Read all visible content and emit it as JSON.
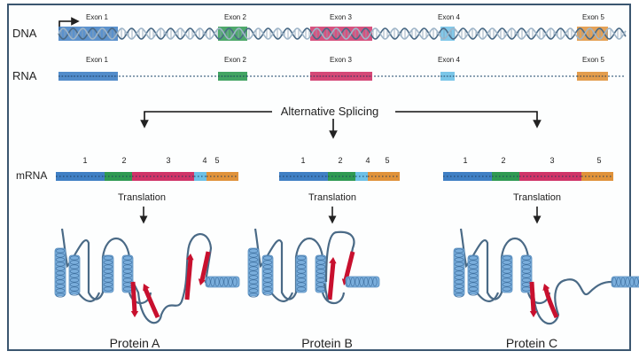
{
  "diagram": {
    "rows": {
      "dna_label": "DNA",
      "rna_label": "RNA",
      "mrna_label": "mRNA"
    },
    "exons": [
      {
        "label": "Exon 1",
        "num": "1",
        "color": "#3f7fc4"
      },
      {
        "label": "Exon 2",
        "num": "2",
        "color": "#2f9a52"
      },
      {
        "label": "Exon 3",
        "num": "3",
        "color": "#d03468"
      },
      {
        "label": "Exon 4",
        "num": "4",
        "color": "#6cc0e6"
      },
      {
        "label": "Exon 5",
        "num": "5",
        "color": "#e0923a"
      }
    ],
    "splicing_label": "Alternative Splicing",
    "isoforms": [
      {
        "exons": [
          "1",
          "2",
          "3",
          "4",
          "5"
        ],
        "translation_label": "Translation",
        "protein_label": "Protein A"
      },
      {
        "exons": [
          "1",
          "2",
          "4",
          "5"
        ],
        "translation_label": "Translation",
        "protein_label": "Protein B"
      },
      {
        "exons": [
          "1",
          "2",
          "3",
          "5"
        ],
        "translation_label": "Translation",
        "protein_label": "Protein C"
      }
    ],
    "colors": {
      "backbone": "#4a6a86",
      "helix": "#7aaedc",
      "strand": "#c8102e",
      "border": "#3b5670"
    }
  }
}
